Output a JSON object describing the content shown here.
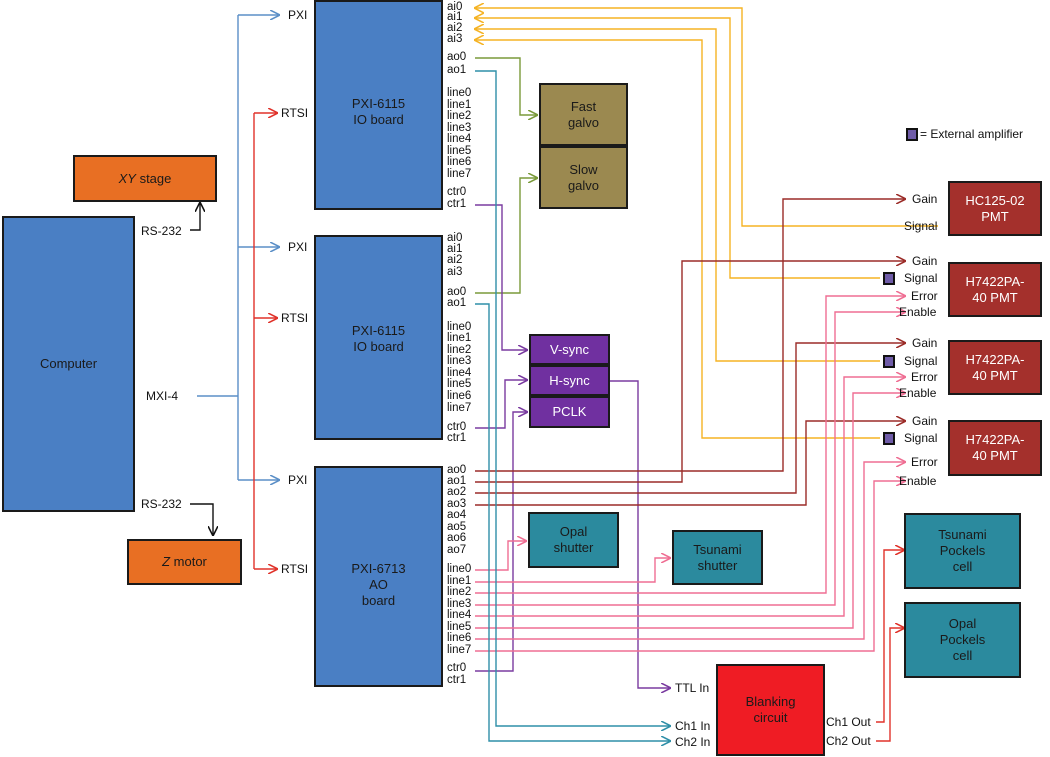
{
  "legend": {
    "text": "= External amplifier"
  },
  "boxes": {
    "computer": "Computer",
    "xy_stage_prefix": "XY",
    "xy_stage_suffix": " stage",
    "z_motor_prefix": "Z",
    "z_motor_suffix": " motor",
    "board1": "PXI-6115\nIO board",
    "board2": "PXI-6115\nIO board",
    "board3": "PXI-6713\nAO\nboard",
    "fast_galvo": "Fast\ngalvo",
    "slow_galvo": "Slow\ngalvo",
    "vsync": "V-sync",
    "hsync": "H-sync",
    "pclk": "PCLK",
    "opal_shutter": "Opal\nshutter",
    "tsunami_shutter": "Tsunami\nshutter",
    "pmt1": "HC125-02\nPMT",
    "pmt2": "H7422PA-\n40 PMT",
    "pmt3": "H7422PA-\n40 PMT",
    "pmt4": "H7422PA-\n40 PMT",
    "tsunami_pockels": "Tsunami\nPockels\ncell",
    "opal_pockels": "Opal\nPockels\ncell",
    "blanking": "Blanking\ncircuit"
  },
  "labels": {
    "rs232_xy": "RS-232",
    "mxi4": "MXI-4",
    "rs232_z": "RS-232",
    "pxi1": "PXI",
    "rtsi1": "RTSI",
    "pxi2": "PXI",
    "rtsi2": "RTSI",
    "pxi3": "PXI",
    "rtsi3": "RTSI",
    "ttl_in": "TTL In",
    "ch1_in": "Ch1 In",
    "ch2_in": "Ch2 In",
    "ch1_out": "Ch1 Out",
    "ch2_out": "Ch2 Out"
  },
  "board1_pins": [
    "ai0",
    "ai1",
    "ai2",
    "ai3",
    "ao0",
    "ao1",
    "line0",
    "line1",
    "line2",
    "line3",
    "line4",
    "line5",
    "line6",
    "line7",
    "ctr0",
    "ctr1"
  ],
  "board2_pins": [
    "ai0",
    "ai1",
    "ai2",
    "ai3",
    "ao0",
    "ao1",
    "line0",
    "line1",
    "line2",
    "line3",
    "line4",
    "line5",
    "line6",
    "line7",
    "ctr0",
    "ctr1"
  ],
  "board3_pins": [
    "ao0",
    "ao1",
    "ao2",
    "ao3",
    "ao4",
    "ao5",
    "ao6",
    "ao7",
    "line0",
    "line1",
    "line2",
    "line3",
    "line4",
    "line5",
    "line6",
    "line7",
    "ctr0",
    "ctr1"
  ],
  "pmt1_ports": [
    "Gain",
    "Signal"
  ],
  "pmt2_ports": [
    "Gain",
    "Signal",
    "Error",
    "Enable"
  ],
  "pmt3_ports": [
    "Gain",
    "Signal",
    "Error",
    "Enable"
  ],
  "pmt4_ports": [
    "Gain",
    "Signal",
    "Error",
    "Enable"
  ],
  "colors": {
    "computer_link": "#5b8fc7",
    "rtsi": "#e0322a",
    "analog_in": "#f5b324",
    "galvo": "#7a9a3a",
    "sync": "#7a3ba0",
    "digital": "#ef6e93",
    "gain": "#9b2c28",
    "blanking": "#2f8fa8",
    "pockels": "#e0322a"
  }
}
